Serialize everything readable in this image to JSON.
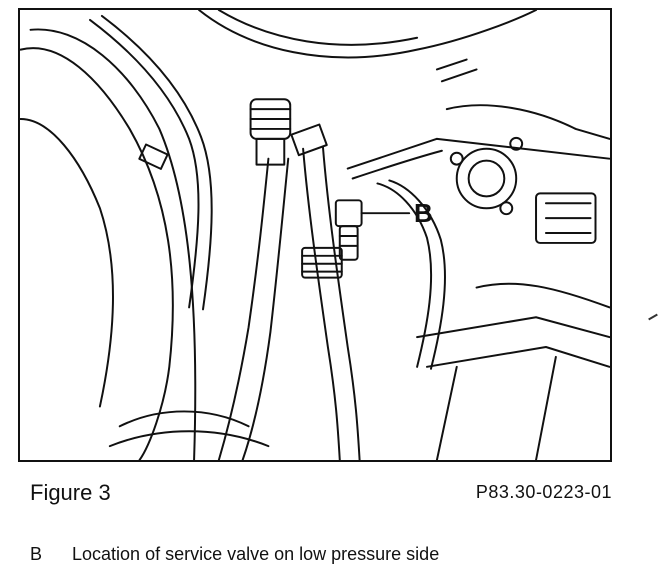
{
  "figure": {
    "callout_letter": "B",
    "caption_title": "Figure 3",
    "caption_code": "P83.30-0223-01"
  },
  "legend": {
    "key": "B",
    "text": "Location of service valve on low pressure side"
  },
  "colors": {
    "line": "#111111",
    "background": "#ffffff"
  }
}
